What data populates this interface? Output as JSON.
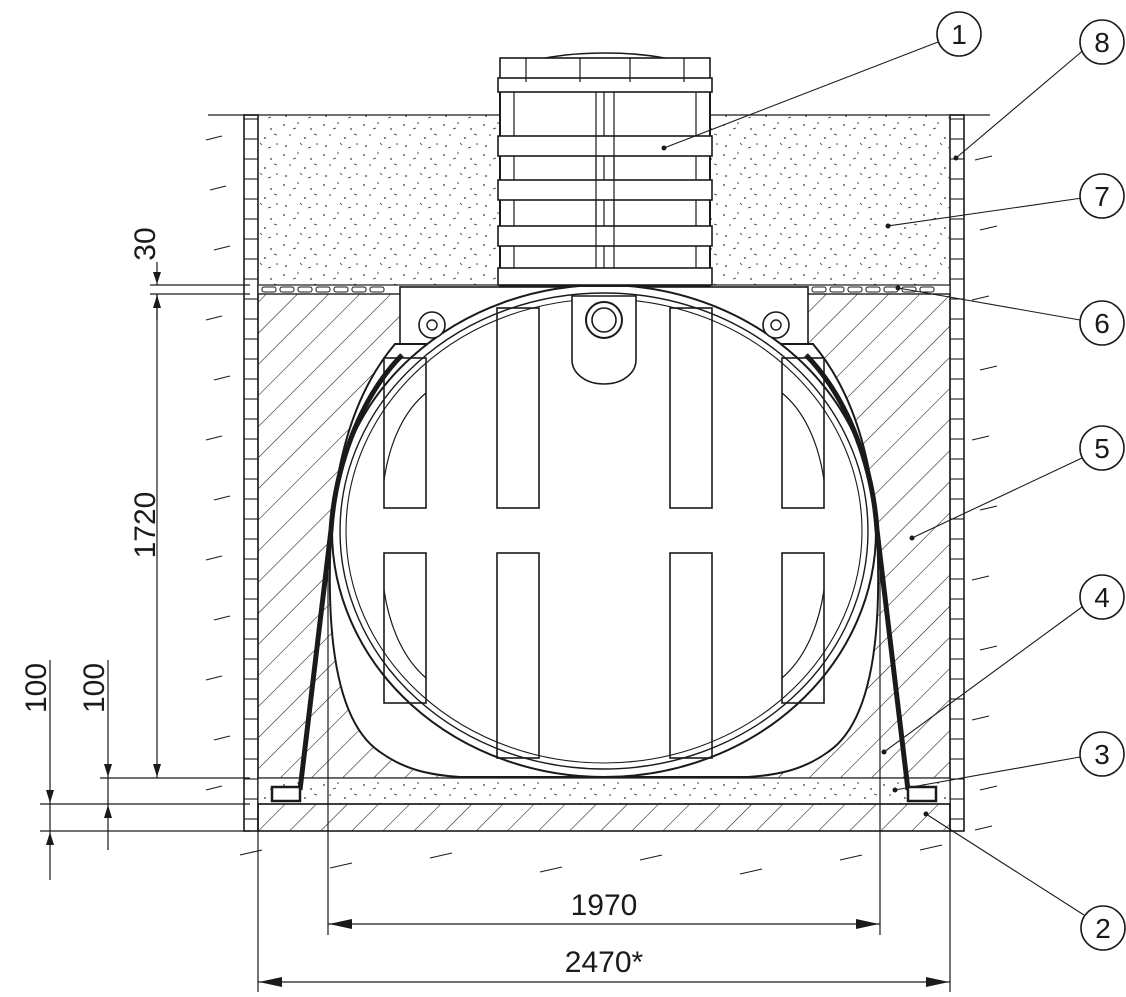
{
  "dimensions": {
    "top_layer_thickness": "30",
    "tank_height": "1720",
    "bottom_layer_outer": "100",
    "bottom_layer_inner": "100",
    "tank_width": "1970",
    "pit_width": "2470*"
  },
  "callouts": [
    {
      "number": "1"
    },
    {
      "number": "2"
    },
    {
      "number": "3"
    },
    {
      "number": "4"
    },
    {
      "number": "5"
    },
    {
      "number": "6"
    },
    {
      "number": "7"
    },
    {
      "number": "8"
    }
  ]
}
